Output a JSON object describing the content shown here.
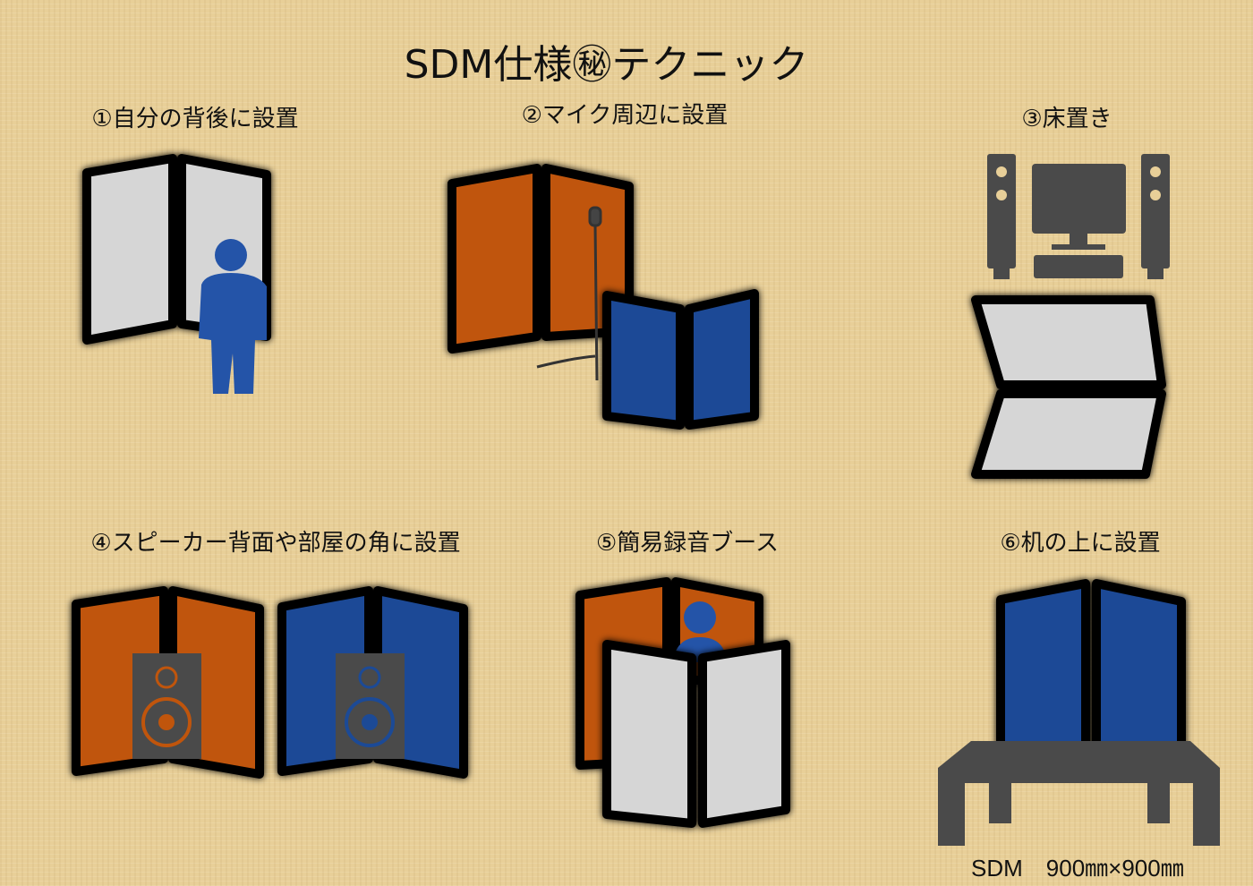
{
  "title": "SDM仕様㊙テクニック",
  "scenes": [
    {
      "label": "①自分の背後に設置"
    },
    {
      "label": "②マイク周辺に設置"
    },
    {
      "label": "③床置き"
    },
    {
      "label": "④スピーカー背面や部屋の角に設置"
    },
    {
      "label": "⑤簡易録音ブース"
    },
    {
      "label": "⑥机の上に設置"
    }
  ],
  "size_note": "SDM　900㎜×900㎜",
  "colors": {
    "gray": "#d6d6d6",
    "orange": "#c0550c",
    "blue": "#1c4a96",
    "dark": "#4a4a4a",
    "person": "#2454a8"
  }
}
